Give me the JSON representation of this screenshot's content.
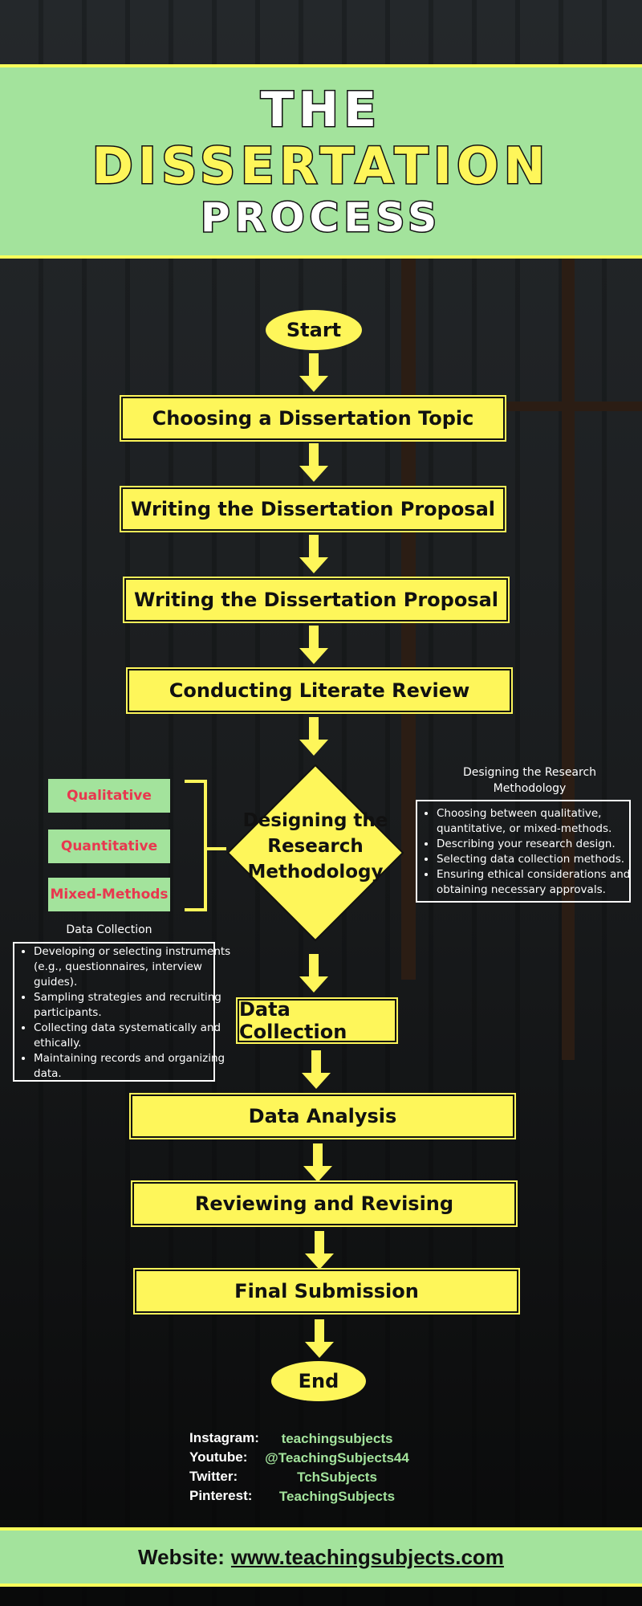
{
  "header": {
    "line1": "THE",
    "line2": "DISSERTATION",
    "line3": "PROCESS"
  },
  "flow": {
    "start": "Start",
    "steps": [
      "Choosing a Dissertation Topic",
      "Writing the Dissertation Proposal",
      "Writing the Dissertation Proposal",
      "Conducting Literate Review"
    ],
    "decision": "Designing the Research Methodology",
    "steps_after": [
      "Data Collection",
      "Data Analysis",
      "Reviewing and Revising",
      "Final Submission"
    ],
    "end": "End"
  },
  "methods": [
    "Qualitative",
    "Quantitative",
    "Mixed-Methods"
  ],
  "research_note": {
    "title": "Designing the Research Methodology",
    "items": [
      "Choosing between qualitative, quantitative, or mixed-methods.",
      "Describing your research design.",
      "Selecting data collection methods.",
      "Ensuring ethical considerations and obtaining necessary approvals."
    ]
  },
  "collection_note": {
    "title": "Data Collection",
    "items": [
      "Developing or selecting instruments (e.g., questionnaires, interview guides).",
      "Sampling strategies and recruiting participants.",
      "Collecting data systematically and ethically.",
      "Maintaining records and organizing data."
    ]
  },
  "social": [
    {
      "label": "Instagram:",
      "value": "teachingsubjects"
    },
    {
      "label": "Youtube:",
      "value": "@TeachingSubjects44"
    },
    {
      "label": "Twitter:",
      "value": "TchSubjects"
    },
    {
      "label": "Pinterest:",
      "value": "TeachingSubjects"
    }
  ],
  "footer": {
    "label": "Website:",
    "url": "www.teachingsubjects.com"
  },
  "colors": {
    "yellow": "#fef65a",
    "green": "#a3e39c",
    "red_text": "#e8384f"
  }
}
